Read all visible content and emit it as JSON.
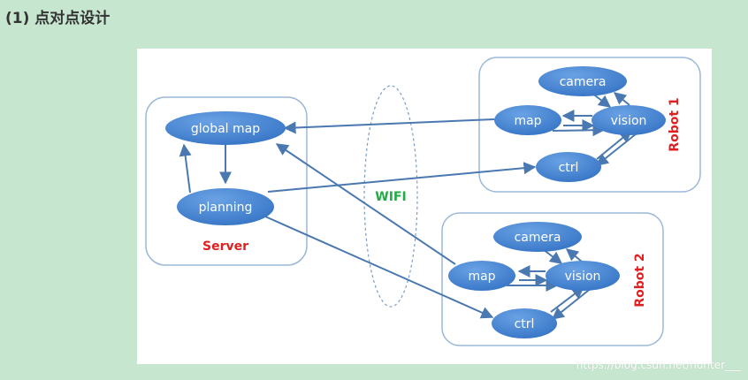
{
  "heading": "(1) 点对点设计",
  "diagram": {
    "server": {
      "label": "Server",
      "nodes": {
        "global_map": "global map",
        "planning": "planning"
      }
    },
    "wifi_label": "WIFI",
    "robot1": {
      "label": "Robot 1",
      "nodes": {
        "camera": "camera",
        "map": "map",
        "vision": "vision",
        "ctrl": "ctrl"
      }
    },
    "robot2": {
      "label": "Robot 2",
      "nodes": {
        "camera": "camera",
        "map": "map",
        "vision": "vision",
        "ctrl": "ctrl"
      }
    },
    "colors": {
      "node": "#4a86d0",
      "edge": "#4a78b0",
      "box_border": "#9ab8d8"
    }
  },
  "watermark": "https://blog.csdn.net/hunter___"
}
